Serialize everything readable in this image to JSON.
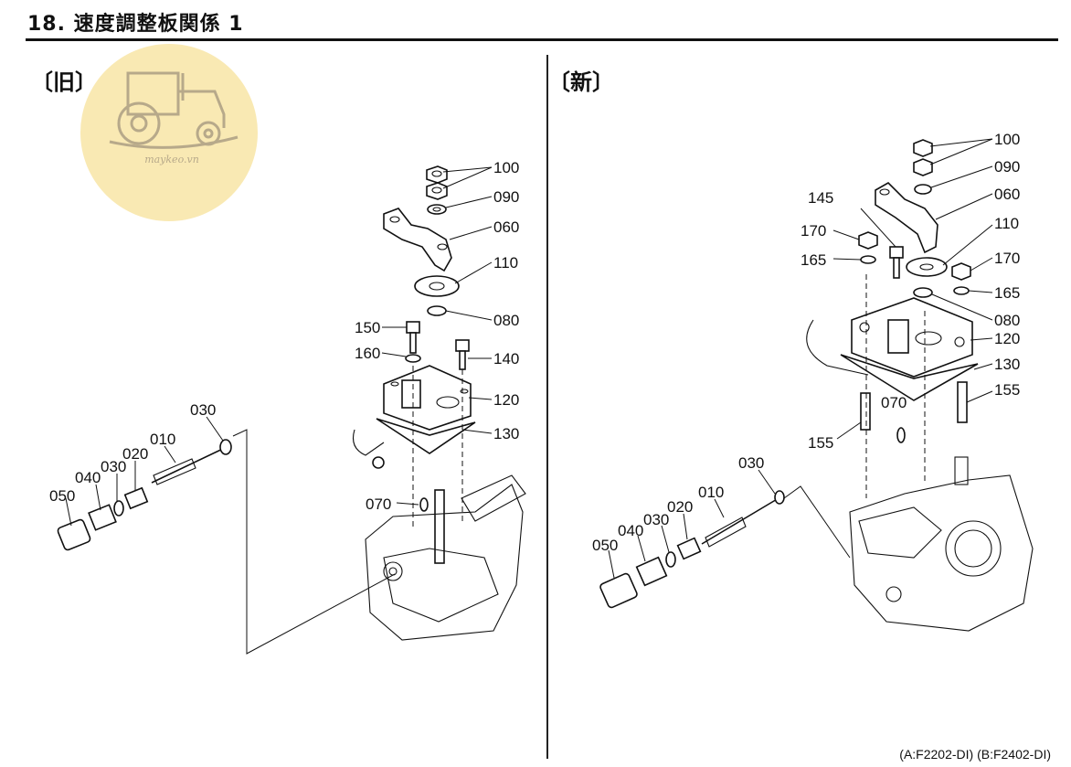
{
  "title": "18. 速度調整板関係 1",
  "sections": {
    "old": {
      "label": "〔旧〕"
    },
    "new": {
      "label": "〔新〕"
    }
  },
  "watermark": {
    "text": "maykeo.vn",
    "color": "#f8e3a0",
    "icon": "tractor-logo"
  },
  "footer": "(A:F2202-DI) (B:F2402-DI)",
  "old_callouts": {
    "p100": "100",
    "p090": "090",
    "p060": "060",
    "p110": "110",
    "p080": "080",
    "p150": "150",
    "p160": "160",
    "p140": "140",
    "p120": "120",
    "p130": "130",
    "p070": "070",
    "p030a": "030",
    "p010": "010",
    "p020": "020",
    "p030b": "030",
    "p040": "040",
    "p050": "050"
  },
  "new_callouts": {
    "p100": "100",
    "p090": "090",
    "p145": "145",
    "p060": "060",
    "p170a": "170",
    "p110": "110",
    "p165a": "165",
    "p170b": "170",
    "p165b": "165",
    "p080": "080",
    "p120": "120",
    "p130": "130",
    "p070": "070",
    "p155a": "155",
    "p155b": "155",
    "p030a": "030",
    "p010": "010",
    "p020": "020",
    "p030b": "030",
    "p040": "040",
    "p050": "050"
  }
}
